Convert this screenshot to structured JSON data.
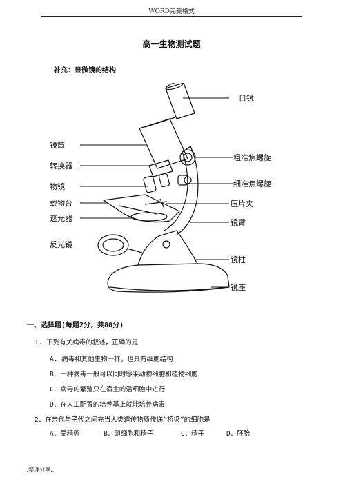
{
  "header": {
    "text": "WORD完美格式"
  },
  "title": "高一生物测试题",
  "subtitle": "补充：显微镜的结构",
  "figure": {
    "labels": {
      "eyepiece": "目镜",
      "tube": "镜筒",
      "nosepiece": "转换器",
      "objective": "物镜",
      "stage": "载物台",
      "diaphragm": "遮光器",
      "mirror": "反光镜",
      "coarse": "粗准焦螺旋",
      "fine": "细准焦螺旋",
      "clip": "压片夹",
      "arm": "镜臂",
      "pillar": "镜柱",
      "base": "镜座"
    }
  },
  "section": {
    "title": "一、选择题(每题2分，共80分)"
  },
  "questions": [
    {
      "stem": "1. 下列有关病毒的叙述，正确的是",
      "options": [
        "A. 病毒和其他生物一样，也具有细胞结构",
        "B．一种病毒一般可以同时感染动物细胞和植物细胞",
        "C．病毒的繁殖只在宿主的活细胞中进行",
        "D．在人工配置的培养基上就能培养病毒"
      ]
    },
    {
      "stem": "2．在亲代与子代之间充当人类遗传物质传递“桥梁”的细胞是",
      "options": [
        "A．受精卵",
        "B．卵细胞和精子",
        "C．精子",
        "D．胚胎"
      ]
    }
  ],
  "footer": {
    "text": "..整理分享.."
  }
}
